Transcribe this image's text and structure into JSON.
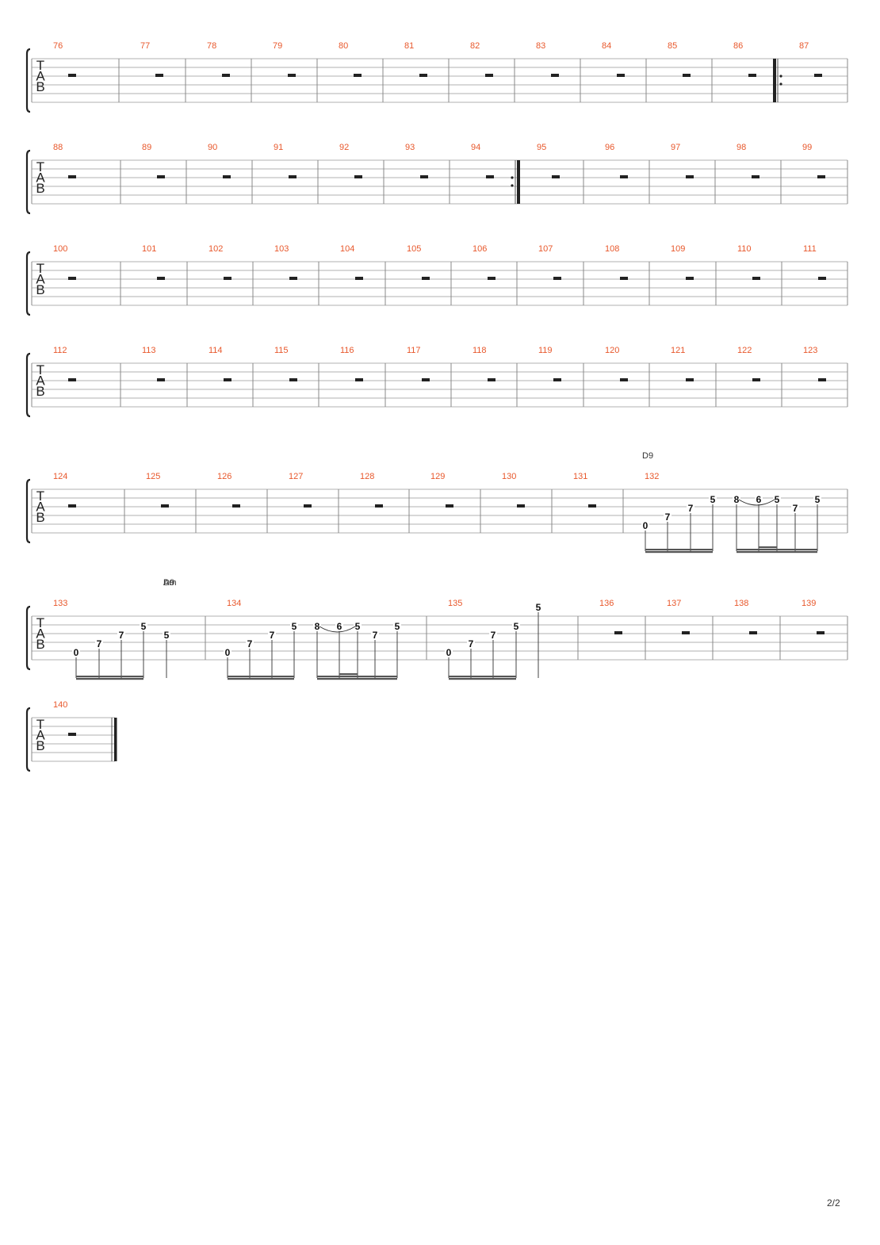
{
  "page": {
    "number": "2/2"
  },
  "tab_label": [
    "T",
    "A",
    "B"
  ],
  "systems": [
    {
      "bars": [
        {
          "n": "76"
        },
        {
          "n": "77"
        },
        {
          "n": "78"
        },
        {
          "n": "79"
        },
        {
          "n": "80"
        },
        {
          "n": "81"
        },
        {
          "n": "82"
        },
        {
          "n": "83"
        },
        {
          "n": "84"
        },
        {
          "n": "85"
        },
        {
          "n": "86",
          "barline_end": "repeat-start"
        },
        {
          "n": "87"
        }
      ]
    },
    {
      "bars": [
        {
          "n": "88"
        },
        {
          "n": "89"
        },
        {
          "n": "90"
        },
        {
          "n": "91"
        },
        {
          "n": "92"
        },
        {
          "n": "93"
        },
        {
          "n": "94",
          "barline_end": "repeat-end"
        },
        {
          "n": "95"
        },
        {
          "n": "96"
        },
        {
          "n": "97"
        },
        {
          "n": "98"
        },
        {
          "n": "99"
        }
      ]
    },
    {
      "bars": [
        {
          "n": "100"
        },
        {
          "n": "101"
        },
        {
          "n": "102"
        },
        {
          "n": "103"
        },
        {
          "n": "104"
        },
        {
          "n": "105"
        },
        {
          "n": "106"
        },
        {
          "n": "107"
        },
        {
          "n": "108"
        },
        {
          "n": "109"
        },
        {
          "n": "110"
        },
        {
          "n": "111"
        }
      ]
    },
    {
      "bars": [
        {
          "n": "112"
        },
        {
          "n": "113"
        },
        {
          "n": "114"
        },
        {
          "n": "115"
        },
        {
          "n": "116"
        },
        {
          "n": "117"
        },
        {
          "n": "118"
        },
        {
          "n": "119"
        },
        {
          "n": "120"
        },
        {
          "n": "121"
        },
        {
          "n": "122"
        },
        {
          "n": "123"
        }
      ]
    },
    {
      "bars": [
        {
          "n": "124"
        },
        {
          "n": "125"
        },
        {
          "n": "126"
        },
        {
          "n": "127"
        },
        {
          "n": "128"
        },
        {
          "n": "129"
        },
        {
          "n": "130"
        },
        {
          "n": "131"
        },
        {
          "n": "132",
          "chords": [
            "D9"
          ],
          "notes": [
            {
              "f": "0",
              "s": 4
            },
            {
              "f": "7",
              "s": 3
            },
            {
              "f": "7",
              "s": 2
            },
            {
              "f": "5",
              "s": 1
            },
            {
              "f": "8",
              "s": 1
            },
            {
              "f": "6",
              "s": 1
            },
            {
              "f": "5",
              "s": 1
            },
            {
              "f": "7",
              "s": 2
            },
            {
              "f": "5",
              "s": 1
            }
          ]
        }
      ]
    },
    {
      "bars": [
        {
          "n": "133",
          "chords": [
            "Am"
          ],
          "notes": [
            {
              "f": "0",
              "s": 4
            },
            {
              "f": "7",
              "s": 3
            },
            {
              "f": "7",
              "s": 2
            },
            {
              "f": "5",
              "s": 1
            },
            {
              "f": "5",
              "s": 2
            }
          ]
        },
        {
          "n": "134",
          "chords": [
            "D9"
          ],
          "notes": [
            {
              "f": "0",
              "s": 4
            },
            {
              "f": "7",
              "s": 3
            },
            {
              "f": "7",
              "s": 2
            },
            {
              "f": "5",
              "s": 1
            },
            {
              "f": "8",
              "s": 1
            },
            {
              "f": "6",
              "s": 1
            },
            {
              "f": "5",
              "s": 1
            },
            {
              "f": "7",
              "s": 2
            },
            {
              "f": "5",
              "s": 1
            }
          ]
        },
        {
          "n": "135",
          "notes": [
            {
              "f": "0",
              "s": 4
            },
            {
              "f": "7",
              "s": 3
            },
            {
              "f": "7",
              "s": 2
            },
            {
              "f": "5",
              "s": 1
            },
            {
              "f": "5",
              "s": 0
            }
          ]
        },
        {
          "n": "136"
        },
        {
          "n": "137"
        },
        {
          "n": "138"
        },
        {
          "n": "139"
        }
      ]
    },
    {
      "bars": [
        {
          "n": "140",
          "barline_end": "final"
        }
      ]
    }
  ],
  "colors": {
    "bar_number": "#e8582c",
    "staff_line": "#b0b0b0",
    "ink": "#222222"
  }
}
